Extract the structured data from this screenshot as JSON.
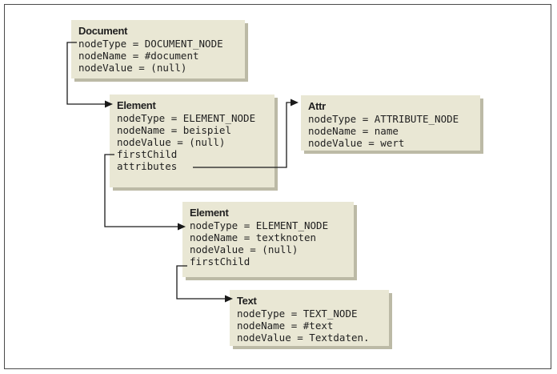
{
  "nodes": {
    "document": {
      "title": "Document",
      "node_type": "nodeType = DOCUMENT_NODE",
      "node_name": "nodeName = #document",
      "node_value": "nodeValue = (null)"
    },
    "element_beispiel": {
      "title": "Element",
      "node_type": "nodeType = ELEMENT_NODE",
      "node_name": "nodeName = beispiel",
      "node_value": "nodeValue = (null)",
      "first_child": "firstChild",
      "attributes": "attributes"
    },
    "attr": {
      "title": "Attr",
      "node_type": "nodeType = ATTRIBUTE_NODE",
      "node_name": "nodeName = name",
      "node_value": "nodeValue = wert"
    },
    "element_textknoten": {
      "title": "Element",
      "node_type": "nodeType = ELEMENT_NODE",
      "node_name": "nodeName = textknoten",
      "node_value": "nodeValue = (null)",
      "first_child": "firstChild"
    },
    "text": {
      "title": "Text",
      "node_type": "nodeType = TEXT_NODE",
      "node_name": "nodeName = #text",
      "node_value": "nodeValue = Textdaten."
    }
  },
  "colors": {
    "box_fill": "#e9e7d4",
    "box_shadow": "#bcbaa6",
    "connector": "#1a1a1a",
    "frame_border": "#4a4a4a"
  }
}
